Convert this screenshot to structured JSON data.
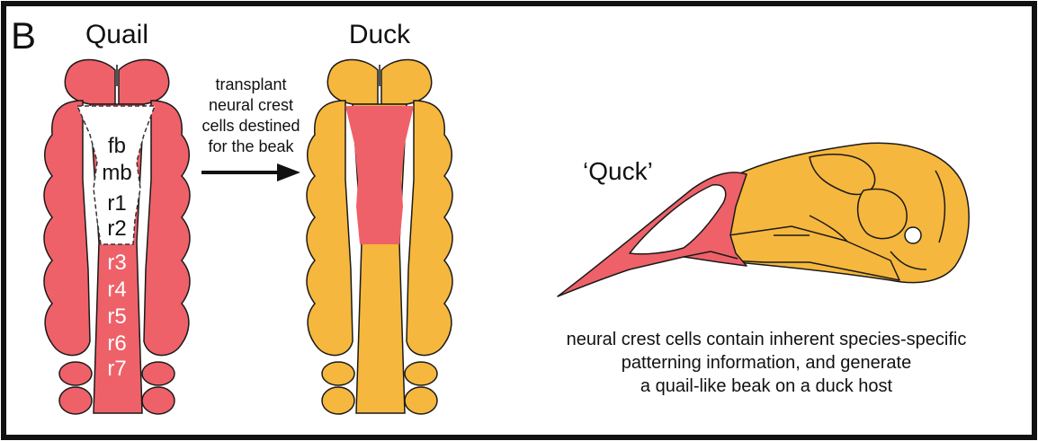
{
  "panel_letter": "B",
  "embryos": {
    "quail": {
      "title": "Quail",
      "regions_white": [
        "fb",
        "mb",
        "r1",
        "r2"
      ],
      "regions_red": [
        "r3",
        "r4",
        "r5",
        "r6",
        "r7"
      ]
    },
    "duck": {
      "title": "Duck"
    }
  },
  "arrow_caption": [
    "transplant",
    "neural crest",
    "cells destined",
    "for the beak"
  ],
  "chimera_label": "‘Quck’",
  "conclusion": [
    "neural crest cells contain inherent species-specific",
    "patterning information, and generate",
    "a quail-like beak on a duck host"
  ],
  "colors": {
    "quail": "#ee6169",
    "duck": "#f5b73d",
    "outline": "#1a1a1a"
  }
}
